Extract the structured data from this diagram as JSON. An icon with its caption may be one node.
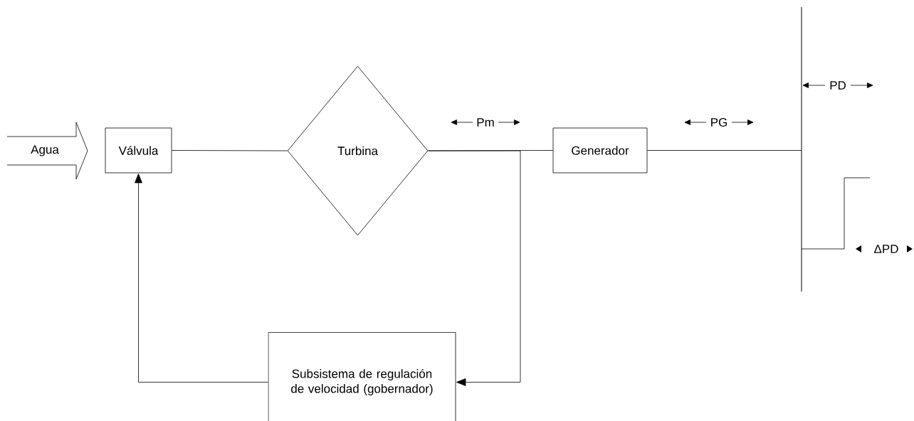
{
  "diagram": {
    "nodes": [
      {
        "text": [
          "Agua"
        ]
      },
      {
        "text": [
          "Válvula"
        ]
      },
      {
        "text": [
          "Turbina"
        ]
      },
      {
        "text": [
          "Generador"
        ]
      },
      {
        "text": [
          "Subsistema de regulación de velocidad (gobernador)"
        ]
      },
      {
        "text": [],
        "shape": "bar"
      }
    ],
    "edges": [
      {
        "from": 1,
        "to": 2,
        "arrow": "none"
      },
      {
        "from": 2,
        "to": 3,
        "arrow": "none"
      },
      {
        "from": 3,
        "to": 5,
        "arrow": "none"
      },
      {
        "from": 2,
        "to": 4,
        "arrow": "to"
      },
      {
        "from": 4,
        "to": 1,
        "arrow": "to"
      }
    ],
    "labels": [
      "Pm",
      "PG",
      "PD",
      "ΔPD"
    ]
  }
}
